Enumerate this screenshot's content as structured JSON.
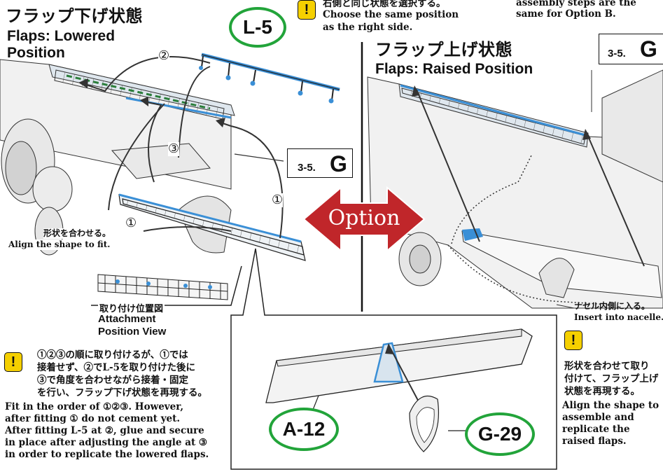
{
  "top_right_note": {
    "line1": "右側と同じ状態を選択する。",
    "line2": "Choose the same position",
    "line3": "as the right side."
  },
  "top_far_right_note": {
    "line1": "assembly steps are the",
    "line2": "same for Option B."
  },
  "left_panel": {
    "title_jp": "フラップ下げ状態",
    "title_en_line1": "Flaps: Lowered",
    "title_en_line2": "Position",
    "part_badge": "L-5",
    "step_ref": {
      "step": "3-5.",
      "letter": "G"
    },
    "circled_2": "②",
    "circled_3": "③",
    "circled_1a": "①",
    "circled_1b": "①",
    "align_jp": "形状を合わせる。",
    "align_en": "Align the shape to fit.",
    "attach_jp": "取り付け位置図",
    "attach_en_line1": "Attachment",
    "attach_en_line2": "Position View",
    "warning_jp": [
      "①②③の順に取り付けるが、①では",
      "接着せず、②でL-5を取り付けた後に",
      "③で角度を合わせながら接着・固定",
      "を行い、フラップ下げ状態を再現する。"
    ],
    "warning_en": [
      "Fit in the order of ①②③. However,",
      "after fitting ① do not cement yet.",
      "After fitting L-5 at ②, glue and secure",
      "in place after adjusting the angle at ③",
      "in order to replicate the lowered flaps."
    ]
  },
  "right_panel": {
    "title_jp": "フラップ上げ状態",
    "title_en": "Flaps: Raised Position",
    "step_ref": {
      "step": "3-5.",
      "letter": "G"
    },
    "nacelle_jp": "ナセル内側に入る。",
    "nacelle_en": "Insert into nacelle.",
    "note_jp": [
      "形状を合わせて取り",
      "付けて、フラップ上げ",
      "状態を再現する。"
    ],
    "note_en": [
      "Align the shape to",
      "assemble and",
      "replicate the",
      "raised flaps."
    ]
  },
  "option_label": "Option",
  "bottom_panel": {
    "part_a": "A-12",
    "part_g": "G-29"
  },
  "warning_icon": "!",
  "colors": {
    "accent_green": "#22a43a",
    "option_red": "#c0262a",
    "warning_yellow": "#f5d000",
    "part_blue": "#3a8fd6"
  }
}
